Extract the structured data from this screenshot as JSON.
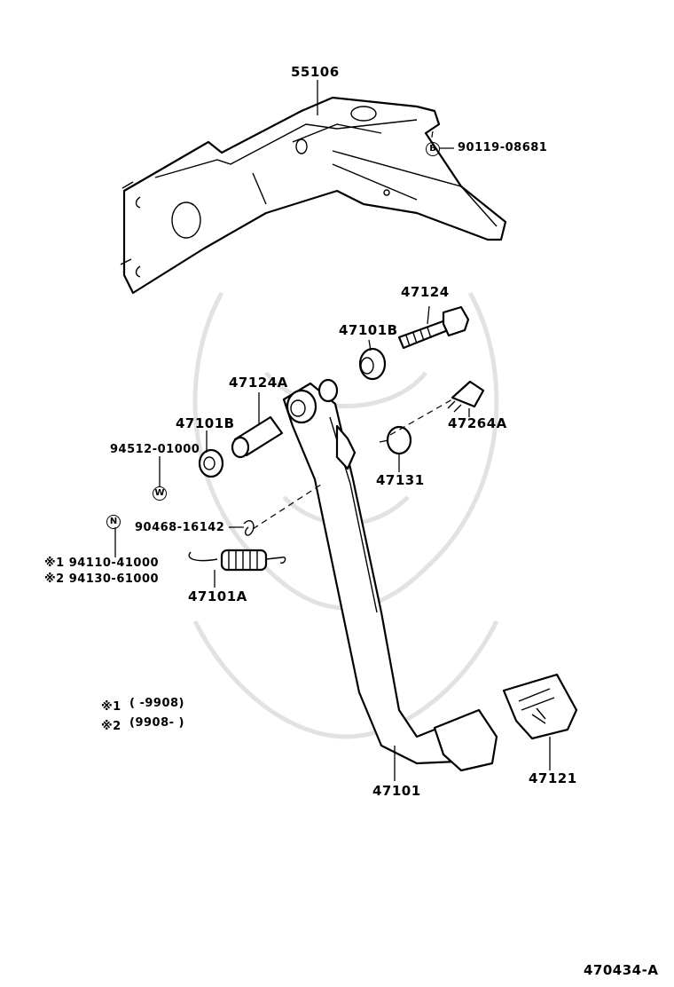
{
  "labels": {
    "p55106": "55106",
    "p90119": "90119-08681",
    "p47124": "47124",
    "p47101B_upper": "47101B",
    "p47124A": "47124A",
    "p47264A": "47264A",
    "p47101B_lower": "47101B",
    "p94512": "94512-01000",
    "p47131": "47131",
    "p90468": "90468-16142",
    "p94110": "※1 94110-41000",
    "p94130": "※2 94130-61000",
    "p47101A": "47101A",
    "note1_mark": "※1",
    "note1_text": "(       -9908)",
    "note2_mark": "※2",
    "note2_text": "(9908-       )",
    "p47101": "47101",
    "p47121": "47121",
    "figure_code": "470434-A"
  },
  "markers": {
    "bolt_b": "B",
    "washer_w": "W",
    "nut_n": "N"
  }
}
